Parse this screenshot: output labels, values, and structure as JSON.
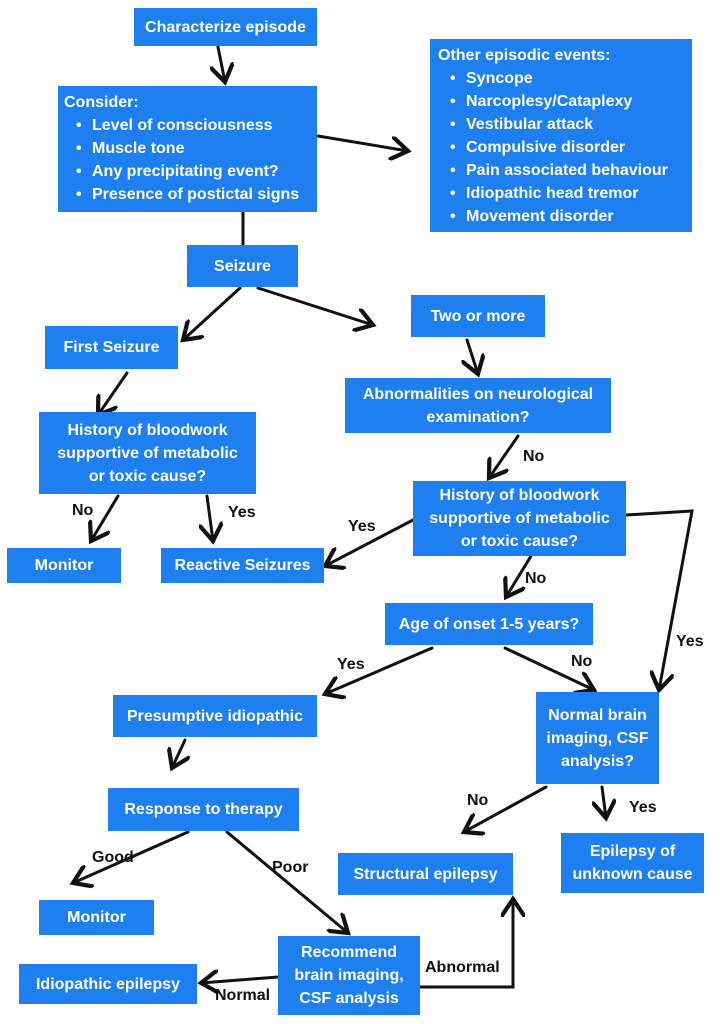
{
  "nodes": {
    "characterize": "Characterize episode",
    "consider": {
      "title": "Consider:",
      "items": [
        "Level of consciousness",
        "Muscle tone",
        "Any precipitating event?",
        "Presence of postictal signs"
      ]
    },
    "other_events": {
      "title": "Other episodic events:",
      "items": [
        "Syncope",
        "Narcoplesy/Cataplexy",
        "Vestibular attack",
        "Compulsive disorder",
        "Pain associated behaviour",
        "Idiopathic head tremor",
        "Movement disorder"
      ]
    },
    "seizure": "Seizure",
    "first_seizure": "First Seizure",
    "two_or_more": "Two or more",
    "bloodwork_left": [
      "History of bloodwork",
      "supportive of metabolic",
      "or toxic cause?"
    ],
    "abnormalities": [
      "Abnormalities on neurological",
      "examination?"
    ],
    "monitor_top": "Monitor",
    "reactive": "Reactive Seizures",
    "bloodwork_right": [
      "History of bloodwork",
      "supportive of metabolic",
      "or toxic cause?"
    ],
    "age_onset": "Age of onset 1-5 years?",
    "presumptive": "Presumptive idiopathic",
    "normal_imaging": [
      "Normal brain",
      "imaging, CSF",
      "analysis?"
    ],
    "response": "Response to therapy",
    "structural": "Structural epilepsy",
    "unknown_cause": [
      "Epilepsy of",
      "unknown cause"
    ],
    "monitor_bottom": "Monitor",
    "recommend": [
      "Recommend",
      "brain imaging,",
      "CSF analysis"
    ],
    "idiopathic_epilepsy": "Idiopathic epilepsy"
  },
  "edge_labels": {
    "bw_left_no": "No",
    "bw_left_yes": "Yes",
    "abn_no": "No",
    "bw_right_yes": "Yes",
    "bw_right_no": "No",
    "bw_right_yes2": "Yes",
    "age_yes": "Yes",
    "age_no": "No",
    "imaging_no": "No",
    "imaging_yes": "Yes",
    "good": "Good",
    "poor": "Poor",
    "abnormal": "Abnormal",
    "normal": "Normal"
  },
  "colors": {
    "box": "#1d7ff0",
    "box_text": "#ffffff",
    "line": "#111111"
  }
}
